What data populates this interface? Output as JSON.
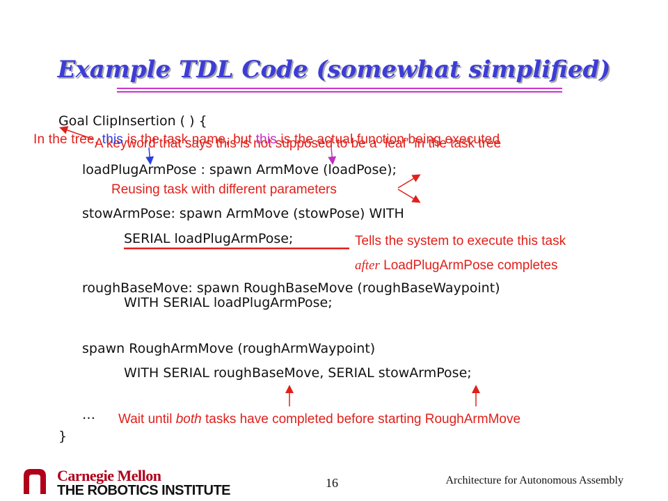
{
  "slide": {
    "title": "Example TDL Code (somewhat simplified)",
    "code": {
      "line1": "Goal ClipInsertion ( ) {",
      "line2": "loadPlugArmPose  : spawn ArmMove (loadPose);",
      "line3": "stowArmPose: spawn ArmMove (stowPose) WITH",
      "line4": "SERIAL loadPlugArmPose;",
      "line5": "roughBaseMove: spawn RoughBaseMove (roughBaseWaypoint)",
      "line6": "WITH SERIAL loadPlugArmPose;",
      "line7": "spawn RoughArmMove (roughArmWaypoint)",
      "line8": "WITH SERIAL roughBaseMove, SERIAL stowArmPose;",
      "line9": "…",
      "line10": "}"
    },
    "annotations": {
      "keyword": "A keyword that says this is not supposed to be a “leaf” in the task tree",
      "tree_part1": "In the tree, ",
      "tree_this1": "this",
      "tree_part2": " is the task name, but ",
      "tree_this2": "this",
      "tree_part3": " is the actual function being executed",
      "reuse": "Reusing task with different parameters",
      "tells": "Tells the system to execute this task",
      "after_word": "after",
      "after_rest": " LoadPlugArmPose completes",
      "wait_part1": "Wait until ",
      "wait_both": "both",
      "wait_part2": " tasks have completed before starting RoughArmMove"
    },
    "footer": {
      "page_number": "16",
      "course": "Architecture for Autonomous Assembly",
      "logo_line1": "Carnegie Mellon",
      "logo_line2": "THE ROBOTICS INSTITUTE"
    },
    "colors": {
      "title": "#3d3dd6",
      "annotation": "#e0201a",
      "rule": "#cc33cc",
      "arrow_blue": "#2a3fe0",
      "arrow_magenta": "#c030c0"
    }
  }
}
